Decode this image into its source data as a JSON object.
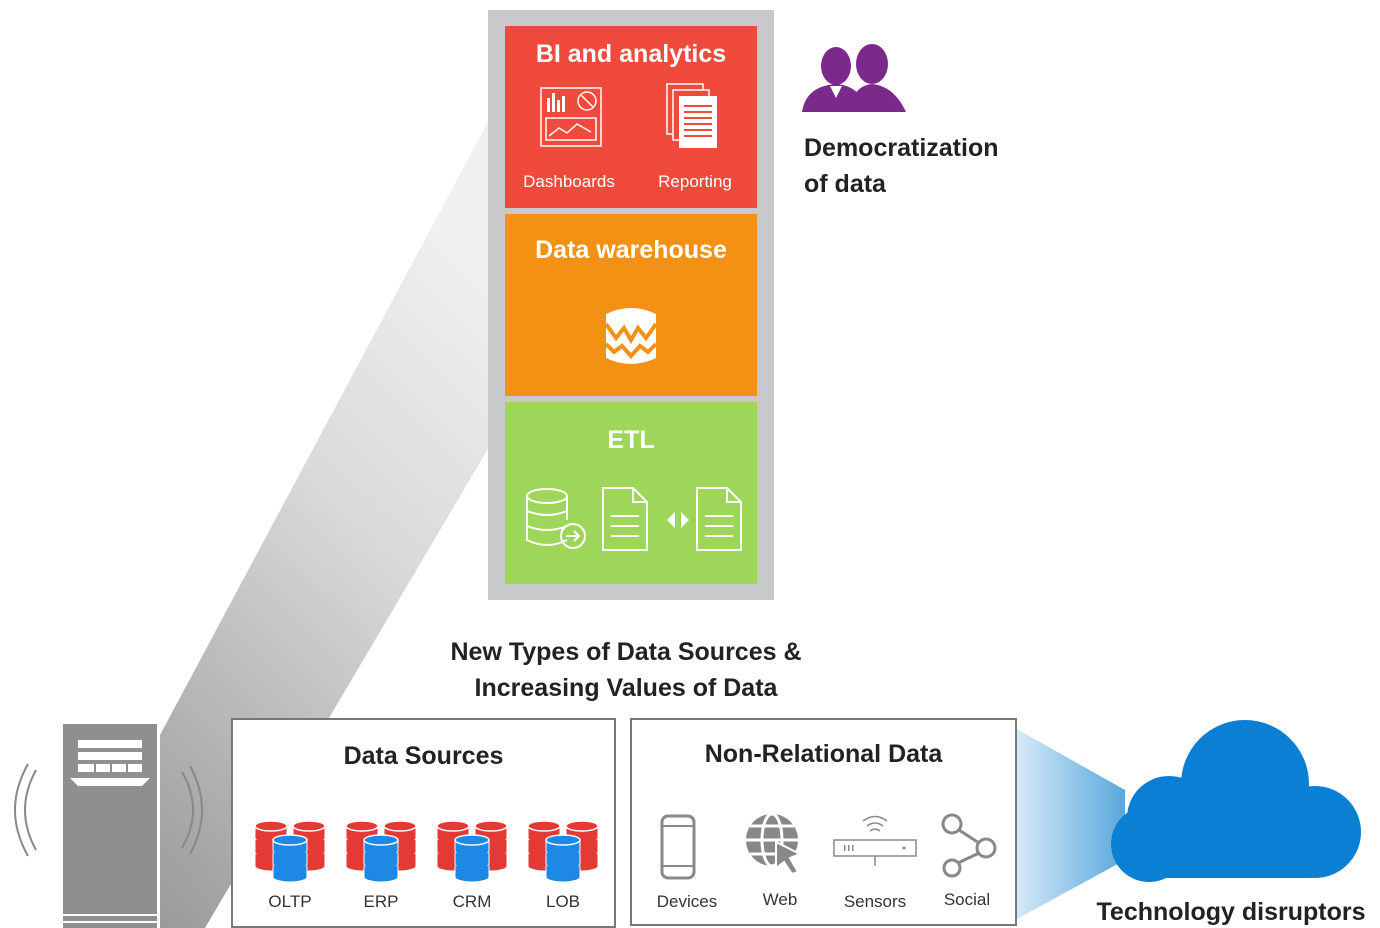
{
  "stack": {
    "bi": {
      "title": "BI and analytics",
      "items": [
        {
          "label": "Dashboards",
          "icon": "dashboard-icon"
        },
        {
          "label": "Reporting",
          "icon": "report-icon"
        }
      ]
    },
    "warehouse": {
      "title": "Data warehouse",
      "icon": "database-icon"
    },
    "etl": {
      "title": "ETL",
      "icons": [
        "database-export-icon",
        "document-transfer-icon"
      ]
    }
  },
  "democratization": {
    "icon": "users-icon",
    "line1": "Democratization",
    "line2": "of data"
  },
  "heading": {
    "line1": "New Types of Data Sources &",
    "line2": "Increasing Values of Data"
  },
  "data_sources": {
    "title": "Data Sources",
    "items": [
      {
        "label": "OLTP",
        "icon": "database-stack-icon"
      },
      {
        "label": "ERP",
        "icon": "database-stack-icon"
      },
      {
        "label": "CRM",
        "icon": "database-stack-icon"
      },
      {
        "label": "LOB",
        "icon": "database-stack-icon"
      }
    ]
  },
  "non_relational": {
    "title": "Non-Relational Data",
    "items": [
      {
        "label": "Devices",
        "icon": "phone-icon"
      },
      {
        "label": "Web",
        "icon": "globe-cursor-icon"
      },
      {
        "label": "Sensors",
        "icon": "sensor-icon"
      },
      {
        "label": "Social",
        "icon": "share-icon"
      }
    ]
  },
  "cloud": {
    "label": "Technology disruptors",
    "icon": "cloud-icon"
  },
  "colors": {
    "bi": "#f04a3c",
    "warehouse": "#f29114",
    "etl": "#9ed65a",
    "people": "#7b2a8c",
    "cloud": "#0a7fd4",
    "db_red": "#e53935",
    "db_blue": "#1e88e5"
  }
}
